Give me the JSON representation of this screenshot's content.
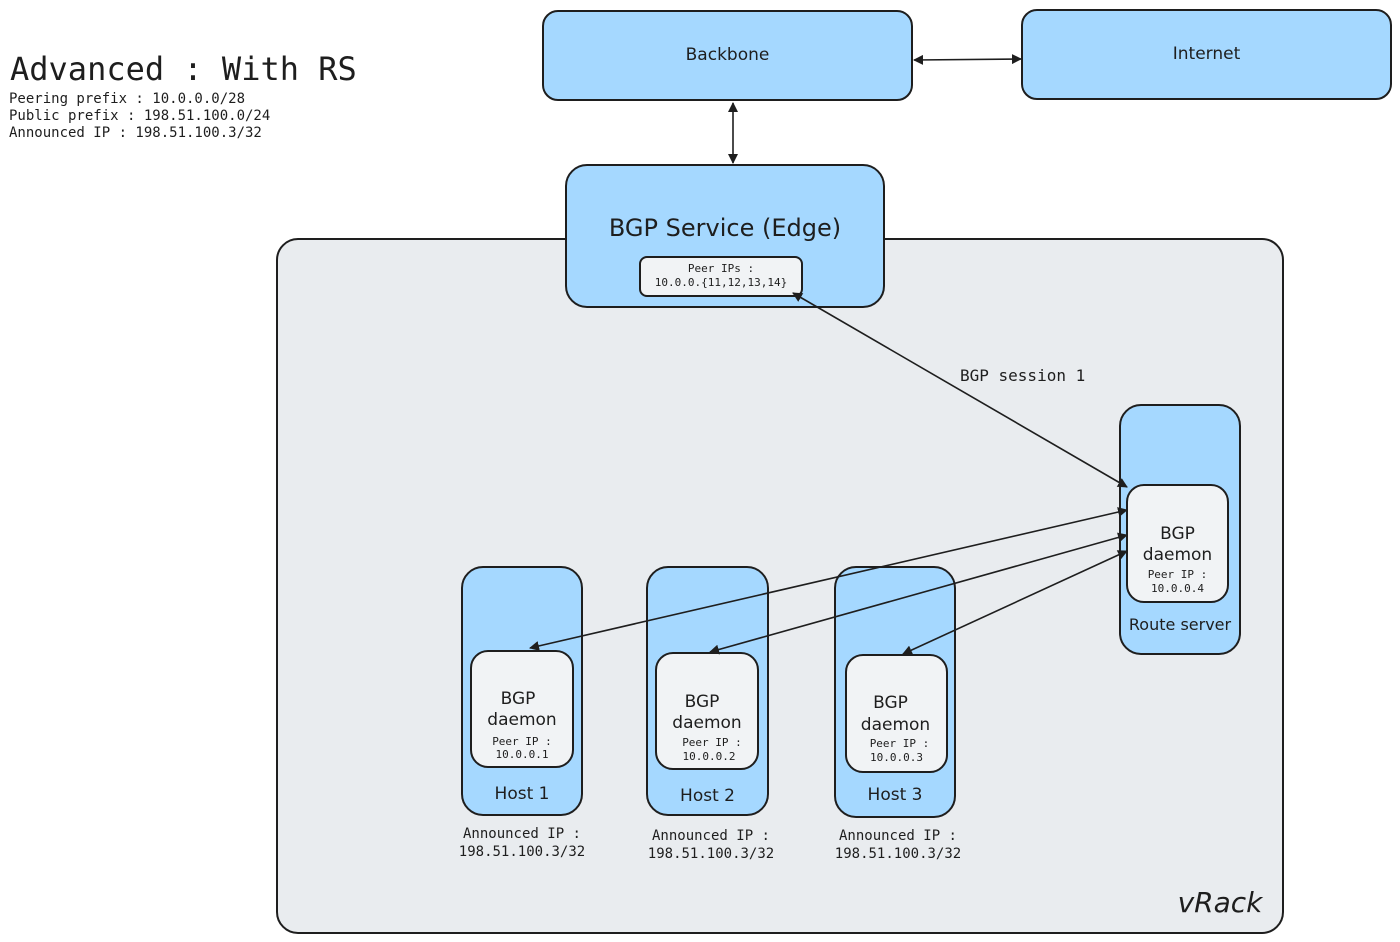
{
  "title": "Advanced : With RS",
  "info_lines": [
    "Peering prefix : 10.0.0.0/28",
    "Public prefix : 198.51.100.0/24",
    "Announced IP : 198.51.100.3/32"
  ],
  "backbone_label": "Backbone",
  "internet_label": "Internet",
  "bgp_service": {
    "label": "BGP Service (Edge)",
    "peer_ips_line1": "Peer IPs :",
    "peer_ips_line2": "10.0.0.{11,12,13,14}"
  },
  "session_label": "BGP session 1",
  "vrack_label": "vRack",
  "route_server": {
    "label": "Route server",
    "daemon_line1": "BGP",
    "daemon_line2": "daemon",
    "peer_ip_label": "Peer IP :",
    "peer_ip": "10.0.0.4"
  },
  "hosts": [
    {
      "label": "Host 1",
      "daemon_line1": "BGP",
      "daemon_line2": "daemon",
      "peer_ip_label": "Peer IP :",
      "peer_ip": "10.0.0.1",
      "announced_label": "Announced IP :",
      "announced_ip": "198.51.100.3/32"
    },
    {
      "label": "Host 2",
      "daemon_line1": "BGP",
      "daemon_line2": "daemon",
      "peer_ip_label": "Peer IP :",
      "peer_ip": "10.0.0.2",
      "announced_label": "Announced IP :",
      "announced_ip": "198.51.100.3/32"
    },
    {
      "label": "Host 3",
      "daemon_line1": "BGP",
      "daemon_line2": "daemon",
      "peer_ip_label": "Peer IP :",
      "peer_ip": "10.0.0.3",
      "announced_label": "Announced IP :",
      "announced_ip": "198.51.100.3/32"
    }
  ],
  "colors": {
    "box_fill": "#a5d8ff",
    "vrack_fill": "#e9ecef",
    "daemon_fill": "#f1f3f5",
    "stroke": "#1e1e1e"
  }
}
